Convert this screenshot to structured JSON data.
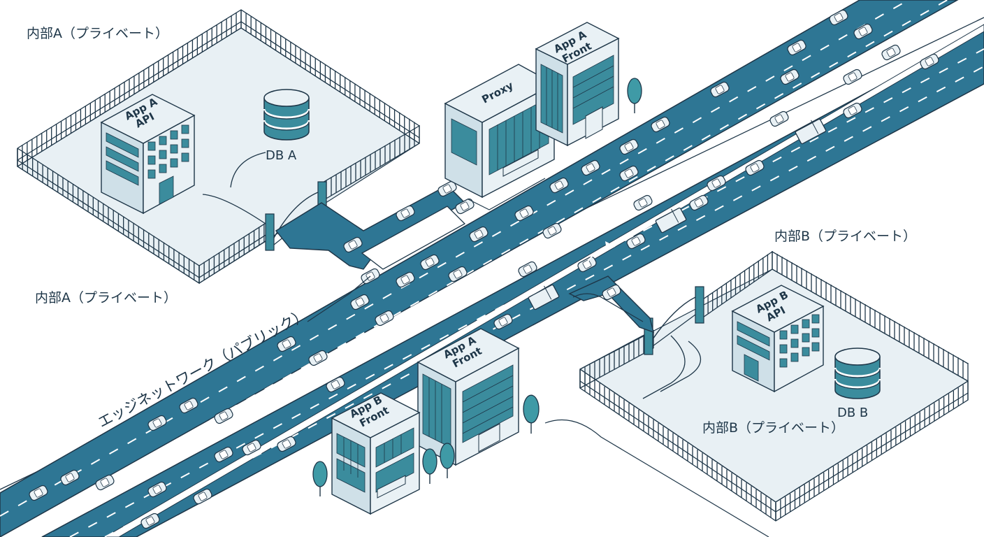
{
  "zones": {
    "a_top": "内部A（プライベート）",
    "a_bottom": "内部A（プライベート）",
    "b_top": "内部B（プライベート）",
    "b_bottom": "内部B（プライベート）"
  },
  "network": {
    "edge_label": "エッジネットワーク（パブリック）"
  },
  "buildings": {
    "app_a_api": [
      "App A",
      "API"
    ],
    "proxy": "Proxy",
    "app_a_front_top": [
      "App A",
      "Front"
    ],
    "app_a_front_bottom": [
      "App A",
      "Front"
    ],
    "app_b_front": [
      "App B",
      "Front"
    ],
    "app_b_api": [
      "App B",
      "API"
    ]
  },
  "databases": {
    "db_a": "DB A",
    "db_b": "DB B"
  },
  "colors": {
    "road": "#2e7694",
    "road_dark": "#1f5a74",
    "outline": "#1e3648",
    "teal": "#3b8c9d",
    "ground": "#e8f0f4",
    "building_face": "#e9f1f5",
    "building_side": "#cfe0e8",
    "tree": "#3f9aa6"
  },
  "icons": [
    "car-icon",
    "truck-icon",
    "tree-icon",
    "gate-icon",
    "database-icon",
    "arrow-icon"
  ]
}
